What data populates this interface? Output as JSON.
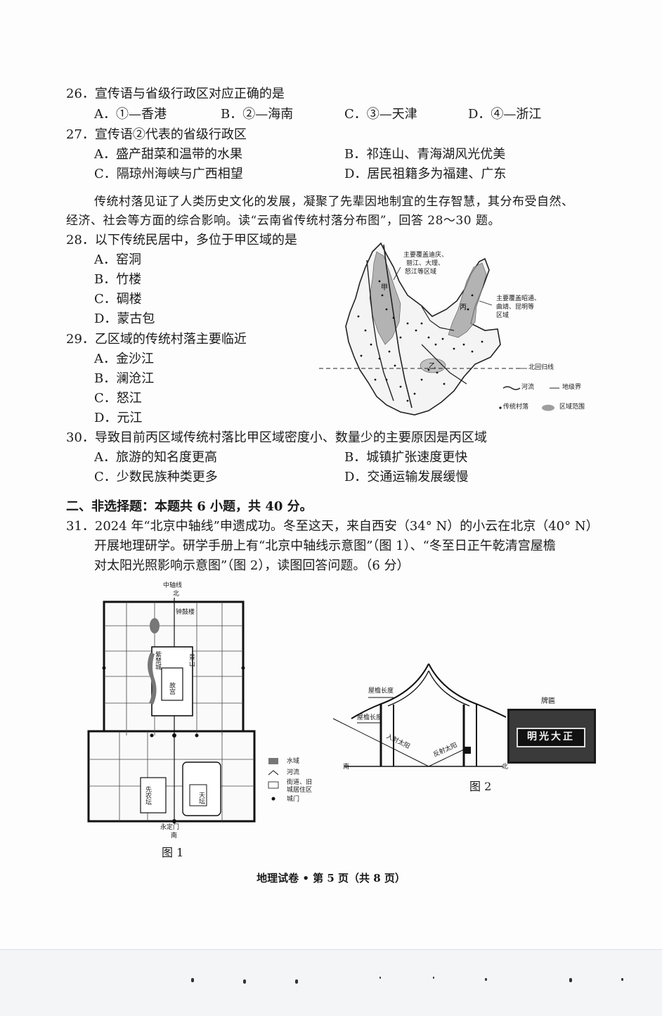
{
  "q26": {
    "stem": "26．宣传语与省级行政区对应正确的是",
    "options": [
      "A．①—香港",
      "B．②—海南",
      "C．③—天津",
      "D．④—浙江"
    ]
  },
  "q27": {
    "stem": "27．宣传语②代表的省级行政区",
    "options": [
      "A．盛产甜菜和温带的水果",
      "B．祁连山、青海湖风光优美",
      "C．隔琼州海峡与广西相望",
      "D．居民祖籍多为福建、广东"
    ]
  },
  "passage": {
    "line1": "传统村落见证了人类历史文化的发展，凝聚了先辈因地制宜的生存智慧，其分布受自然、",
    "line2": "经济、社会等方面的综合影响。读“云南省传统村落分布图”，回答 28～30 题。"
  },
  "q28": {
    "stem": "28．以下传统民居中，多位于甲区域的是",
    "options": [
      "A．窑洞",
      "B．竹楼",
      "C．碉楼",
      "D．蒙古包"
    ]
  },
  "q29": {
    "stem": "29．乙区域的传统村落主要临近",
    "options": [
      "A．金沙江",
      "B．澜沧江",
      "C．怒江",
      "D．元江"
    ]
  },
  "q30": {
    "stem": "30．导致目前丙区域传统村落比甲区域密度小、数量少的主要原因是丙区域",
    "options": [
      "A．旅游的知名度更高",
      "B．城镇扩张速度更快",
      "C．少数民族种类更多",
      "D．交通运输发展缓慢"
    ]
  },
  "map_yunnan": {
    "label_jia": "主要覆盖迪庆、丽江、大理、怒江等区域",
    "label_jia_lines": [
      "主要覆盖迪庆、",
      "丽江、大理、",
      "怒江等区域"
    ],
    "label_bing_lines": [
      "主要覆盖昭通、",
      "曲靖、昆明等",
      "区域"
    ],
    "region_jia": "甲",
    "region_bing": "丙",
    "region_yi": "乙",
    "tropic": "北回归线",
    "legend_river": "河流",
    "legend_boundary": "地级界",
    "legend_village": "传统村落",
    "legend_region": "区域范围"
  },
  "section2": {
    "title": "二、非选择题：本题共 6 小题，共 40 分。"
  },
  "q31": {
    "line1": "31．2024 年“北京中轴线”申遗成功。冬至这天，来自西安（34° N）的小云在北京（40° N）",
    "line2": "开展地理研学。研学手册上有“北京中轴线示意图”（图 1）、“冬至日正午乾清宫屋檐",
    "line3": "对太阳光照影响示意图”（图 2），读图回答问题。（6 分）"
  },
  "fig1": {
    "caption": "图 1",
    "top_label": "中轴线",
    "north": "北",
    "south": "南",
    "gate_south": "永定门",
    "bell": "钟鼓楼",
    "palace": "紫禁城",
    "forbidden": "故宫",
    "jingshan": "景山",
    "tiantan": "天坛",
    "xiannong": "先农坛",
    "legend_water": "水域",
    "legend_river": "河流",
    "legend_street": "街道、旧城居住区",
    "legend_gate": "城门"
  },
  "fig2": {
    "caption": "图 2",
    "eave_len1": "屋檐长度",
    "eave_len2": "屋檐长度",
    "sun_ray1": "入射太阳",
    "sun_ray2": "反射太阳",
    "plaque": "牌匾",
    "plaque_text": "正大光明",
    "south": "南",
    "north": "北"
  },
  "footer": "地理试卷 • 第 5 页（共 8 页）"
}
